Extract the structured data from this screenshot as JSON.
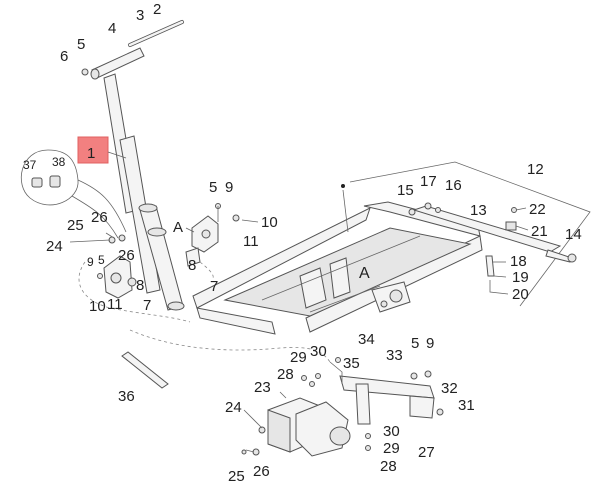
{
  "highlight_color": "#f28080",
  "callouts": {
    "c1": "1",
    "c2": "2",
    "c3": "3",
    "c4": "4",
    "c5_top": "5",
    "c6": "6",
    "c37": "37",
    "c38": "38",
    "c25_left": "25",
    "c26_left": "26",
    "c24_left": "24",
    "c9_left": "9",
    "c5_left": "5",
    "c26_mid": "26",
    "c8_left": "8",
    "c10_left": "10",
    "c11_left": "11",
    "c7_left": "7",
    "A_left": "A",
    "c8_mid": "8",
    "c7_mid": "7",
    "c5_mid": "5",
    "c9_mid": "9",
    "c10_mid": "10",
    "c11_mid": "11",
    "c12": "12",
    "c15": "15",
    "c17": "17",
    "c16": "16",
    "c13": "13",
    "c22": "22",
    "c21": "21",
    "c14": "14",
    "c18": "18",
    "c19": "19",
    "c20": "20",
    "A_frame": "A",
    "c34": "34",
    "c29_top": "29",
    "c30_top": "30",
    "c35": "35",
    "c33": "33",
    "c5_right": "5",
    "c9_right": "9",
    "c36": "36",
    "c23": "23",
    "c28_top": "28",
    "c32": "32",
    "c31": "31",
    "c24_bottom": "24",
    "c30_bottom": "30",
    "c29_bottom": "29",
    "c28_bottom": "28",
    "c27": "27",
    "c25_bottom": "25",
    "c26_bottom": "26"
  }
}
